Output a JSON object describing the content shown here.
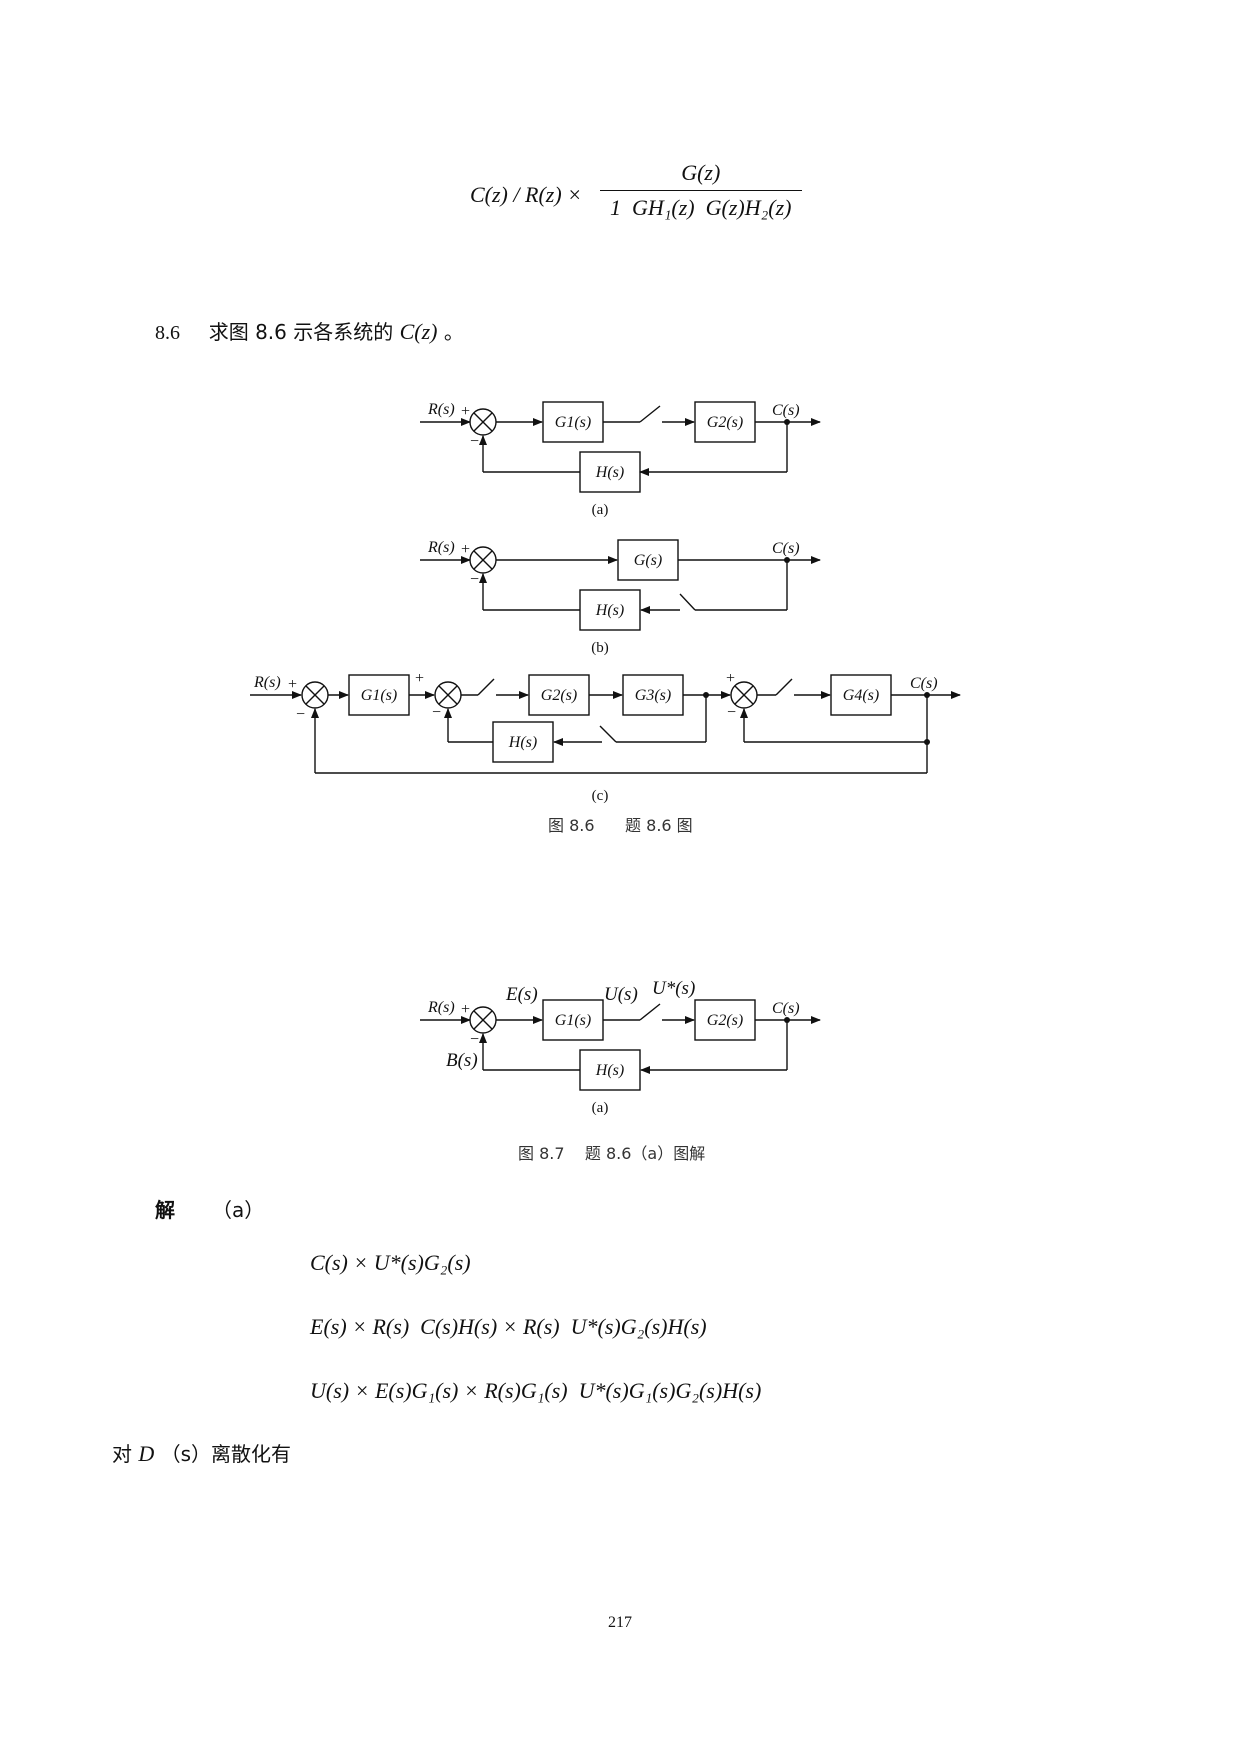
{
  "formula_top": {
    "lhs": "C(z) / R(z) ×",
    "numerator": "G(z)",
    "denominator": "1  GH₁(z)  G(z)H₂(z)"
  },
  "problem": {
    "number": "8.6",
    "text": "求图 8.6 示各系统的",
    "math": "C(z)",
    "end": "。"
  },
  "fig86": {
    "a": {
      "in": "R(s)",
      "plus": "+",
      "minus": "−",
      "g1": "G1(s)",
      "g2": "G2(s)",
      "h": "H(s)",
      "out": "C(s)",
      "label": "(a)"
    },
    "b": {
      "in": "R(s)",
      "plus": "+",
      "minus": "−",
      "g": "G(s)",
      "h": "H(s)",
      "out": "C(s)",
      "label": "(b)"
    },
    "c": {
      "in": "R(s)",
      "plus": "+",
      "minus": "−",
      "g1": "G1(s)",
      "g2": "G2(s)",
      "g3": "G3(s)",
      "g4": "G4(s)",
      "h": "H(s)",
      "out": "C(s)",
      "label": "(c)"
    },
    "caption": "图 8.6      题 8.6 图"
  },
  "fig87": {
    "in": "R(s)",
    "plus": "+",
    "minus": "−",
    "e": "E(s)",
    "u": "U(s)",
    "ustar": "U*(s)",
    "b": "B(s)",
    "g1": "G1(s)",
    "g2": "G2(s)",
    "h": "H(s)",
    "out": "C(s)",
    "label": "(a)",
    "caption": "图 8.7    题 8.6（a）图解"
  },
  "solution": {
    "heading": "解",
    "part": "（a）",
    "eq1": "C(s) × U*(s)G₂(s)",
    "eq2": "E(s) × R(s)  C(s)H(s) × R(s)  U*(s)G₂(s)H(s)",
    "eq3": "U(s) × E(s)G₁(s) × R(s)G₁(s)  U*(s)G₁(s)G₂(s)H(s)"
  },
  "closing": {
    "pre": "对",
    "math": "D",
    "post": "（s）离散化有"
  },
  "page_number": "217"
}
